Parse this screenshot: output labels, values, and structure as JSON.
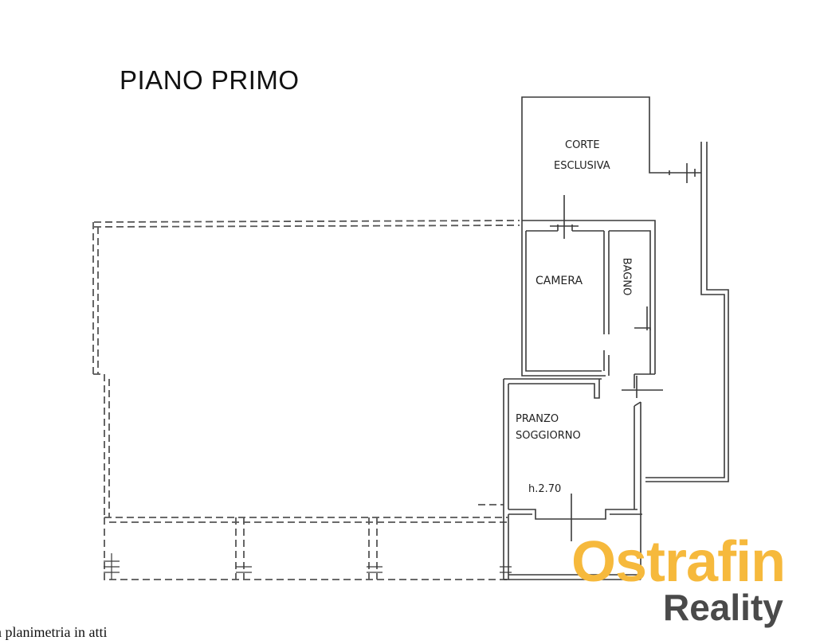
{
  "floor_title": "PIANO PRIMO",
  "rooms": {
    "corte_line1": "CORTE",
    "corte_line2": "ESCLUSIVA",
    "camera": "CAMERA",
    "bagno": "BAGNO",
    "pranzo_line1": "PRANZO",
    "pranzo_line2": "SOGGIORNO",
    "height": "h.2.70"
  },
  "caption": "a planimetria in atti",
  "watermark": {
    "line1": "Ostrafin",
    "line2": "Reality",
    "color_primary": "#f6b93c",
    "color_secondary": "#4a4a4a"
  }
}
